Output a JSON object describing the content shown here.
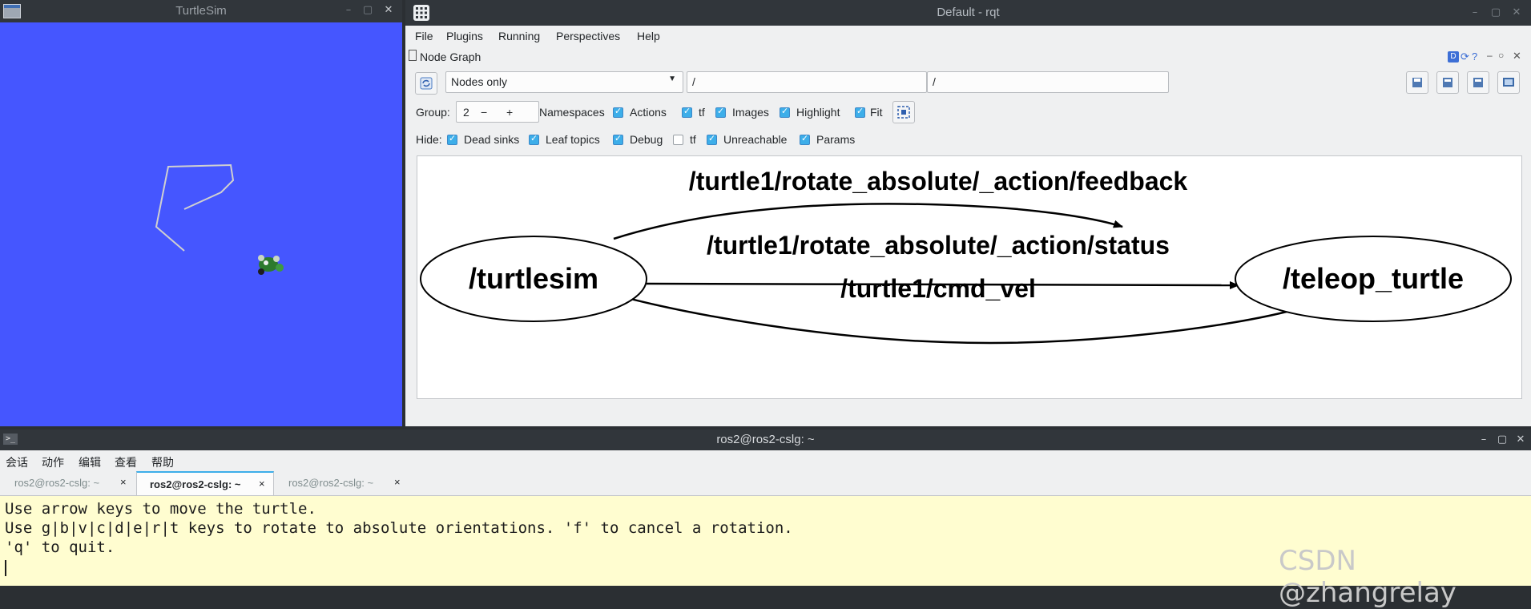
{
  "turtlesim": {
    "title": "TurtleSim",
    "bg_color": "#4556ff",
    "path_color": "#d0d0d0",
    "controls": {
      "minimize": "–",
      "maximize": "▢",
      "close": "✕"
    }
  },
  "rqt": {
    "title": "Default - rqt",
    "menu": [
      "File",
      "Plugins",
      "Running",
      "Perspectives",
      "Help"
    ],
    "plugin_title": "Node Graph",
    "toolbar": {
      "mode": "Nodes only",
      "filter1": "/",
      "filter2": "/"
    },
    "group": {
      "label": "Group:",
      "value": "2",
      "minus": "−",
      "plus": "+"
    },
    "options": [
      {
        "label": "Namespaces",
        "checked": true
      },
      {
        "label": "Actions",
        "checked": true
      },
      {
        "label": "tf",
        "checked": true
      },
      {
        "label": "Images",
        "checked": true
      },
      {
        "label": "Highlight",
        "checked": true
      },
      {
        "label": "Fit",
        "checked": true
      }
    ],
    "hide": {
      "label": "Hide:",
      "options": [
        {
          "label": "Dead sinks",
          "checked": true
        },
        {
          "label": "Leaf topics",
          "checked": true
        },
        {
          "label": "Debug",
          "checked": true
        },
        {
          "label": "tf",
          "checked": false
        },
        {
          "label": "Unreachable",
          "checked": true
        },
        {
          "label": "Params",
          "checked": true
        }
      ]
    },
    "graph": {
      "nodes": [
        "/turtlesim",
        "/teleop_turtle"
      ],
      "edges": [
        "/turtle1/rotate_absolute/_action/feedback",
        "/turtle1/rotate_absolute/_action/status",
        "/turtle1/cmd_vel"
      ]
    }
  },
  "terminal": {
    "title": "ros2@ros2-cslg: ~",
    "menu": [
      "会话",
      "动作",
      "编辑",
      "查看",
      "帮助"
    ],
    "tabs": [
      "ros2@ros2-cslg: ~",
      "ros2@ros2-cslg: ~",
      "ros2@ros2-cslg: ~"
    ],
    "tab_close": "×",
    "lines": [
      "Use arrow keys to move the turtle.",
      "Use g|b|v|c|d|e|r|t keys to rotate to absolute orientations. 'f' to cancel a rotation.",
      "'q' to quit."
    ]
  },
  "watermark": "CSDN @zhangrelay"
}
